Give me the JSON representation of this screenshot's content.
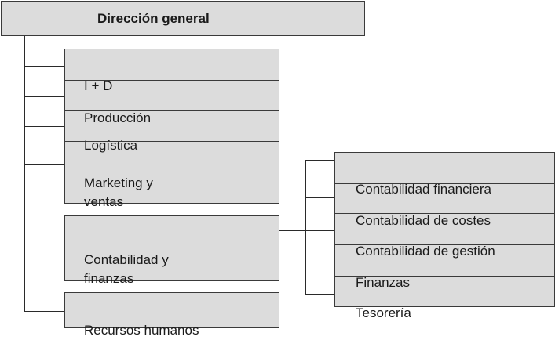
{
  "root": {
    "label": "Dirección general"
  },
  "departments": [
    {
      "label": "I + D"
    },
    {
      "label": "Producción"
    },
    {
      "label": "Logística"
    },
    {
      "label": "Marketing y\nventas"
    },
    {
      "label": "Contabilidad y\nfinanzas"
    },
    {
      "label": "Recursos humanos"
    }
  ],
  "finance_subunits": [
    {
      "label": "Contabilidad financiera"
    },
    {
      "label": "Contabilidad de costes"
    },
    {
      "label": "Contabilidad de gestión"
    },
    {
      "label": "Finanzas"
    },
    {
      "label": "Tesorería"
    }
  ]
}
